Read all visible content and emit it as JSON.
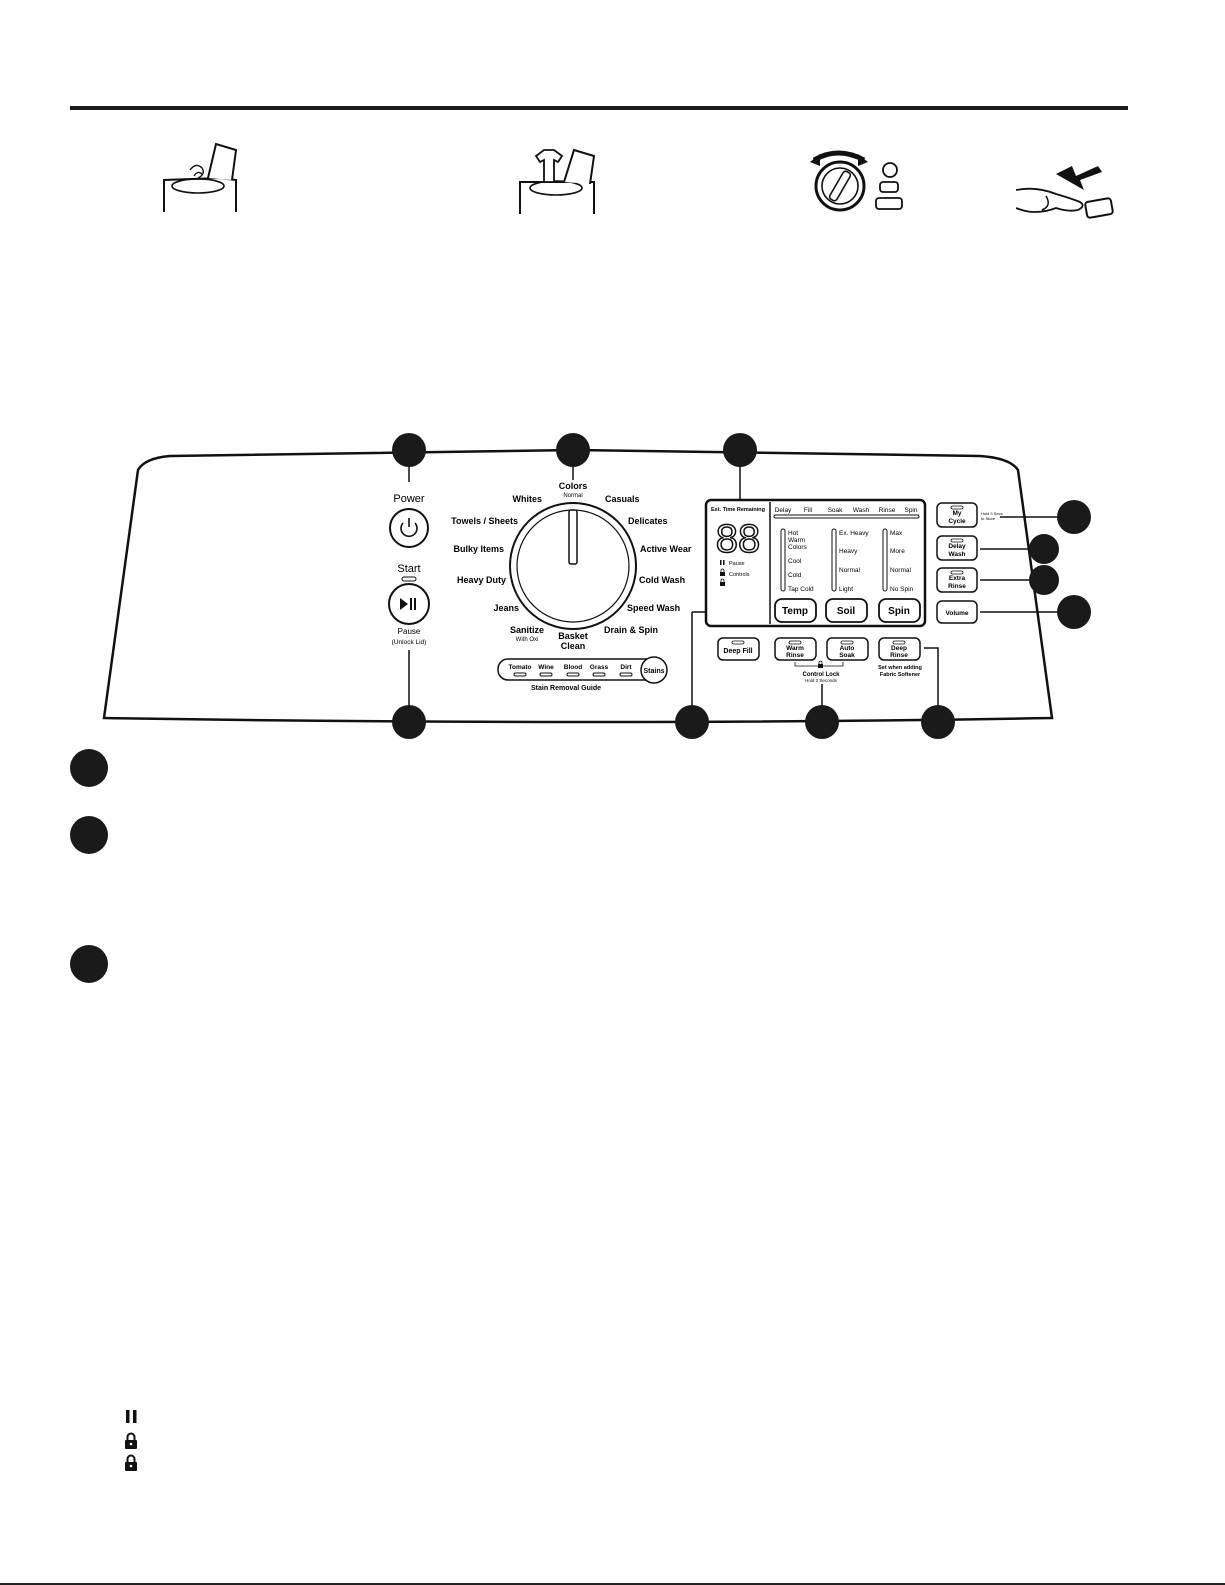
{
  "panel": {
    "power": {
      "label": "Power"
    },
    "start": {
      "label": "Start",
      "sub1": "Pause",
      "sub2": "(Unlock Lid)"
    },
    "dial": {
      "top_label": "Colors",
      "top_sub": "Normal",
      "cycles": [
        "Whites",
        "Casuals",
        "Towels / Sheets",
        "Delicates",
        "Bulky Items",
        "Active Wear",
        "Heavy Duty",
        "Cold Wash",
        "Jeans",
        "Speed Wash",
        "Sanitize",
        "With Oxi",
        "Drain & Spin",
        "Basket",
        "Clean"
      ]
    },
    "stains": {
      "items": [
        "Tomato",
        "Wine",
        "Blood",
        "Grass",
        "Dirt"
      ],
      "button": "Stains",
      "caption": "Stain Removal Guide"
    },
    "display": {
      "time_label": "Est. Time Remaining",
      "digits": "88",
      "status": [
        "Pause",
        "Controls"
      ],
      "stages": [
        "Delay",
        "Fill",
        "Soak",
        "Wash",
        "Rinse",
        "Spin"
      ],
      "temp_levels": [
        "Hot",
        "Warm",
        "Colors",
        "Cool",
        "Cold",
        "Tap Cold"
      ],
      "soil_levels": [
        "Ex. Heavy",
        "Heavy",
        "Normal",
        "Light"
      ],
      "spin_levels": [
        "Max",
        "More",
        "Normal",
        "No Spin"
      ],
      "buttons": [
        "Temp",
        "Soil",
        "Spin"
      ]
    },
    "options": {
      "deep_fill": "Deep Fill",
      "warm_rinse": [
        "Warm",
        "Rinse"
      ],
      "auto_soak": [
        "Auto",
        "Soak"
      ],
      "deep_rinse": [
        "Deep",
        "Rinse"
      ],
      "control_lock": "Control Lock",
      "control_lock_hint": "Hold 3 Seconds",
      "deep_rinse_note": [
        "Set when adding",
        "Fabric Softener"
      ]
    },
    "side_buttons": {
      "my_cycle": [
        "My",
        "Cycle"
      ],
      "my_cycle_note": [
        "Hold 3 Secs",
        "to Store"
      ],
      "delay_wash": [
        "Delay",
        "Wash"
      ],
      "extra_rinse": [
        "Extra",
        "Rinse"
      ],
      "volume": "Volume"
    }
  },
  "colors": {
    "ink": "#1a1a1a",
    "paper": "#ffffff"
  },
  "icons": [
    "lid-open-icon",
    "load-clothes-icon",
    "rotate-dial-icon",
    "press-button-icon",
    "pause-icon",
    "lock-icon"
  ]
}
